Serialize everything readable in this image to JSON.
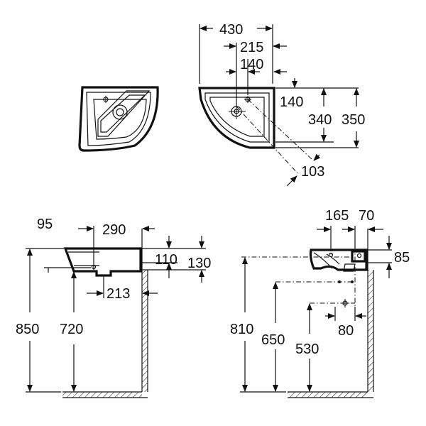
{
  "dimensions": {
    "top_width": "430",
    "top_half": "215",
    "top_tap_offset": "140",
    "top_right_tap": "140",
    "top_depth_inner": "340",
    "top_depth": "350",
    "diagonal": "103",
    "front_offset": "95",
    "front_width": "290",
    "front_top_110": "110",
    "front_top_130": "130",
    "front_drain": "213",
    "front_height": "850",
    "front_drain_height": "720",
    "side_165": "165",
    "side_70": "70",
    "side_85": "85",
    "side_height": "810",
    "side_650": "650",
    "side_530": "530",
    "side_80": "80"
  }
}
